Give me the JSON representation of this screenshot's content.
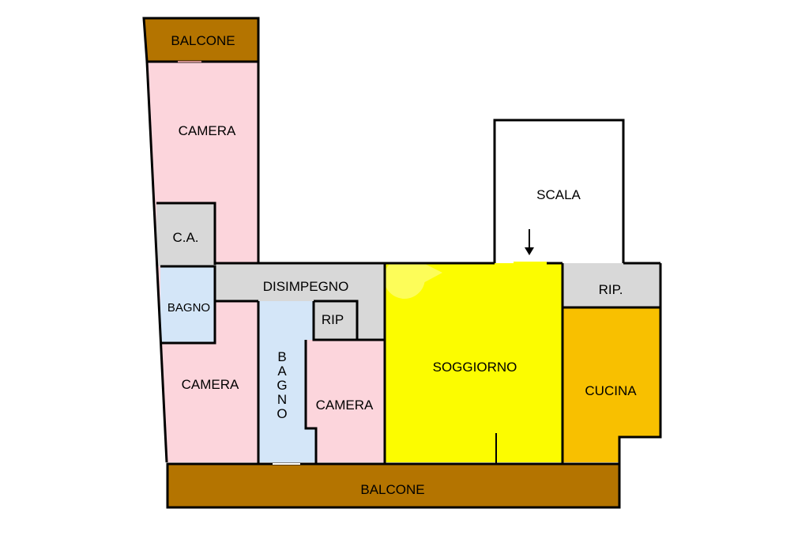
{
  "rooms": {
    "balcone_top": "BALCONE",
    "camera_top": "CAMERA",
    "ca": "C.A.",
    "bagno_left": "BAGNO",
    "camera_left": "CAMERA",
    "disimpegno": "DISIMPEGNO",
    "rip_small": "RIP",
    "bagno_vertical": [
      "B",
      "A",
      "G",
      "N",
      "O"
    ],
    "camera_mid": "CAMERA",
    "soggiorno": "SOGGIORNO",
    "scala": "SCALA",
    "rip_right": "RIP.",
    "cucina": "CUCINA",
    "balcone_bottom": "BALCONE"
  },
  "colors": {
    "balcone": "#b47400",
    "camera": "#fcd5dc",
    "service": "#d8d8d8",
    "bagno": "#d4e6f8",
    "soggiorno": "#fcfc00",
    "cucina": "#f8c000",
    "scala": "#ffffff",
    "walls": "#000000"
  },
  "icons": {
    "stair_arrow": "down-arrow-icon"
  }
}
